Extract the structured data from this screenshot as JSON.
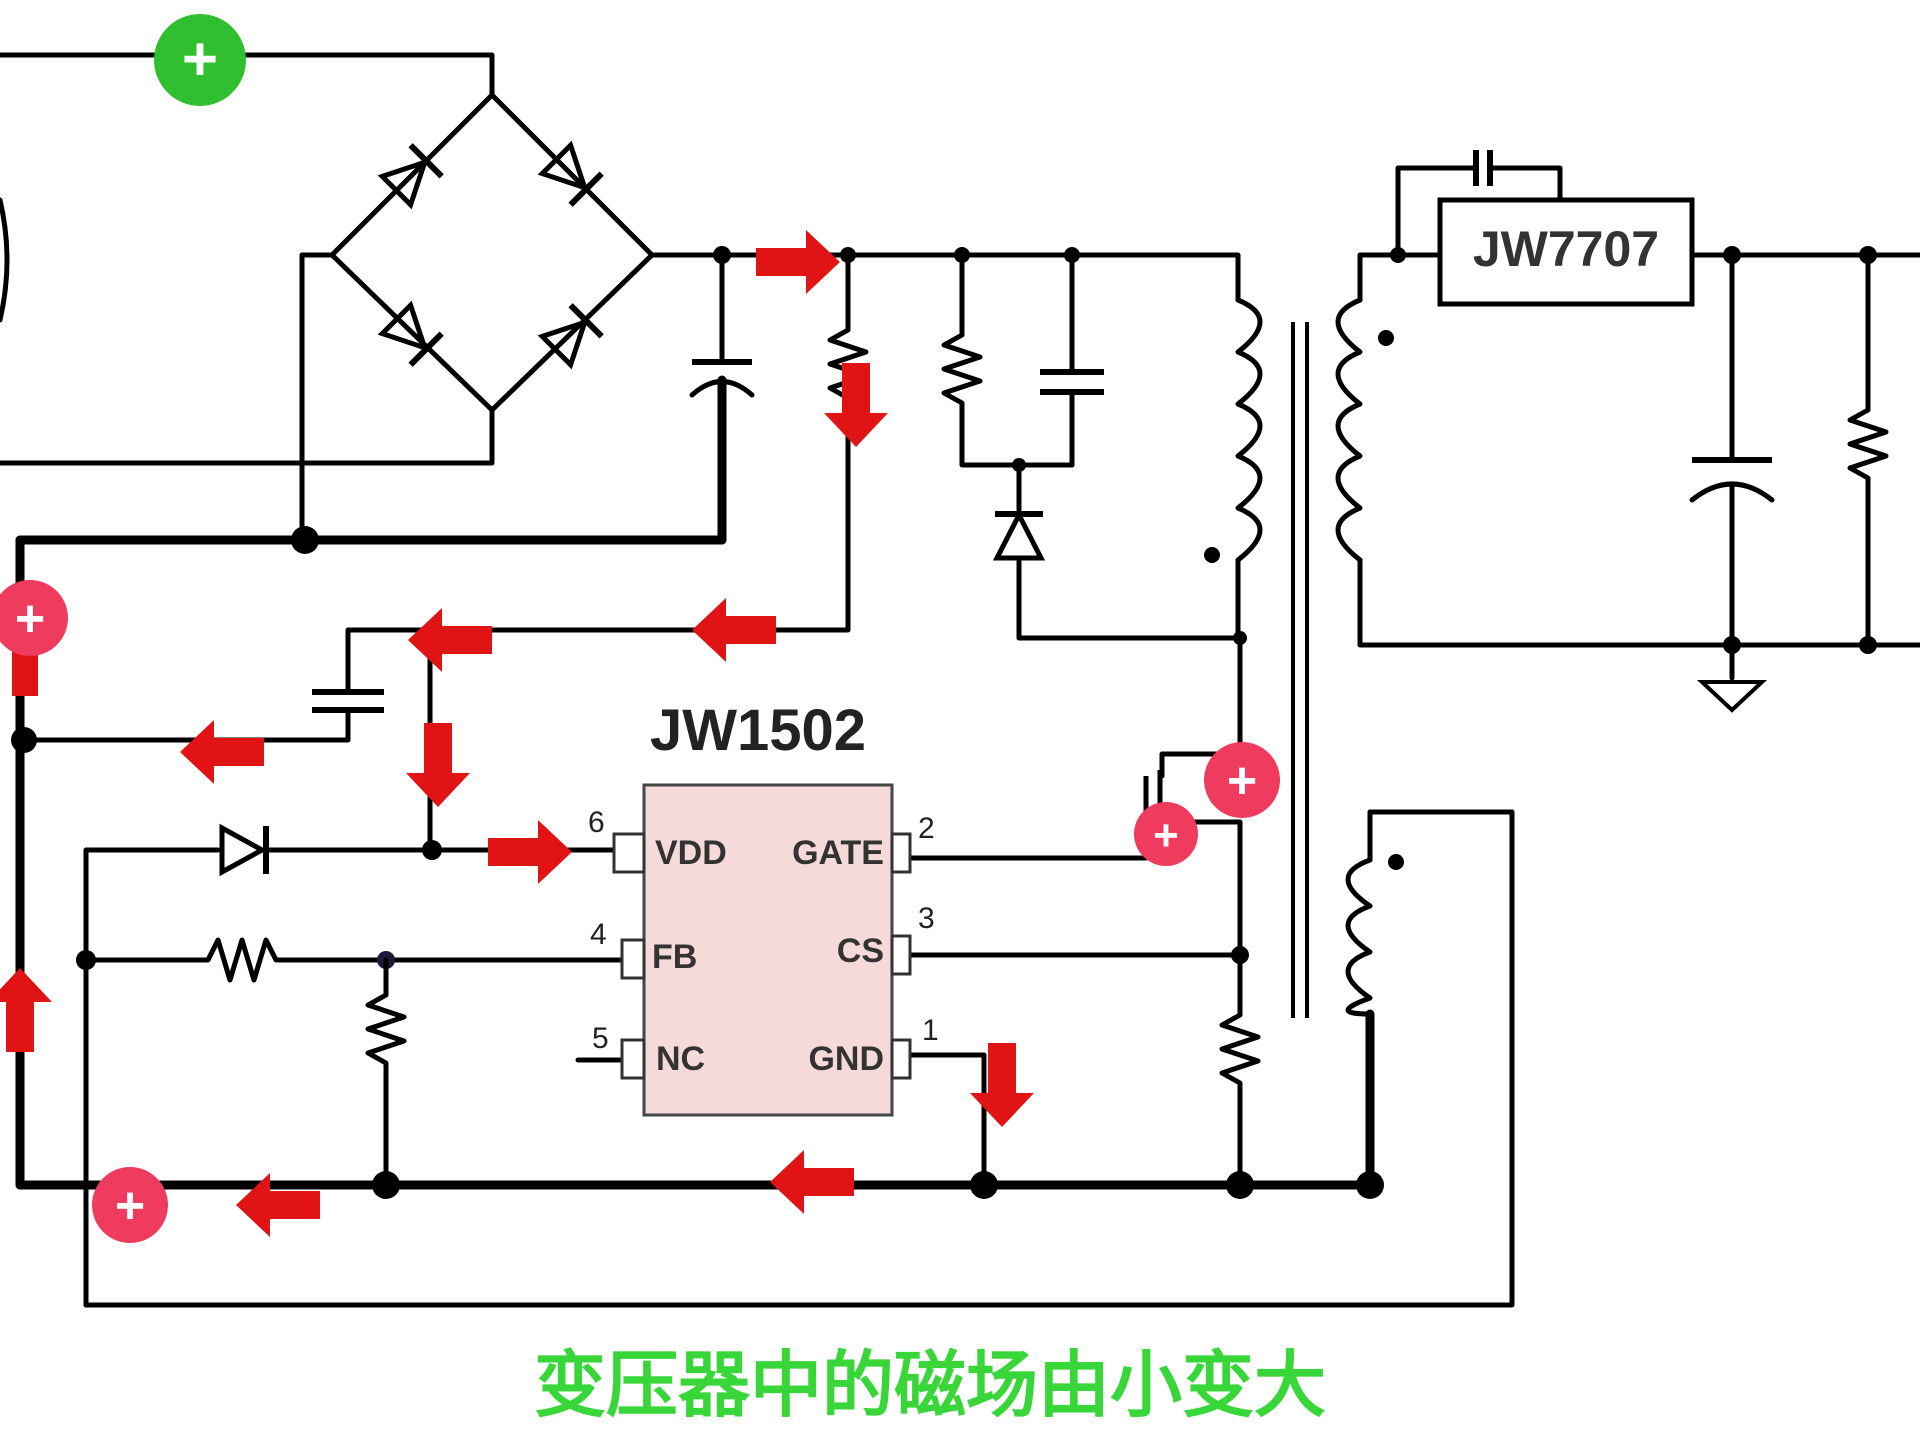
{
  "chips": {
    "controller": {
      "name": "JW1502",
      "pins": {
        "vdd": {
          "num": "6",
          "label": "VDD"
        },
        "fb": {
          "num": "4",
          "label": "FB"
        },
        "nc": {
          "num": "5",
          "label": "NC"
        },
        "gate": {
          "num": "2",
          "label": "GATE"
        },
        "cs": {
          "num": "3",
          "label": "CS"
        },
        "gnd": {
          "num": "1",
          "label": "GND"
        }
      }
    },
    "sync_rectifier": {
      "name": "JW7707"
    }
  },
  "caption": "变压器中的磁场由小变大",
  "colors": {
    "wire": "#000000",
    "current_arrow": "#e01414",
    "positive_marker": "#ef3b5d",
    "input_marker": "#2fbf2f",
    "caption": "#39d63a",
    "chip_fill": "#f6dada"
  },
  "marker_symbol": "+"
}
